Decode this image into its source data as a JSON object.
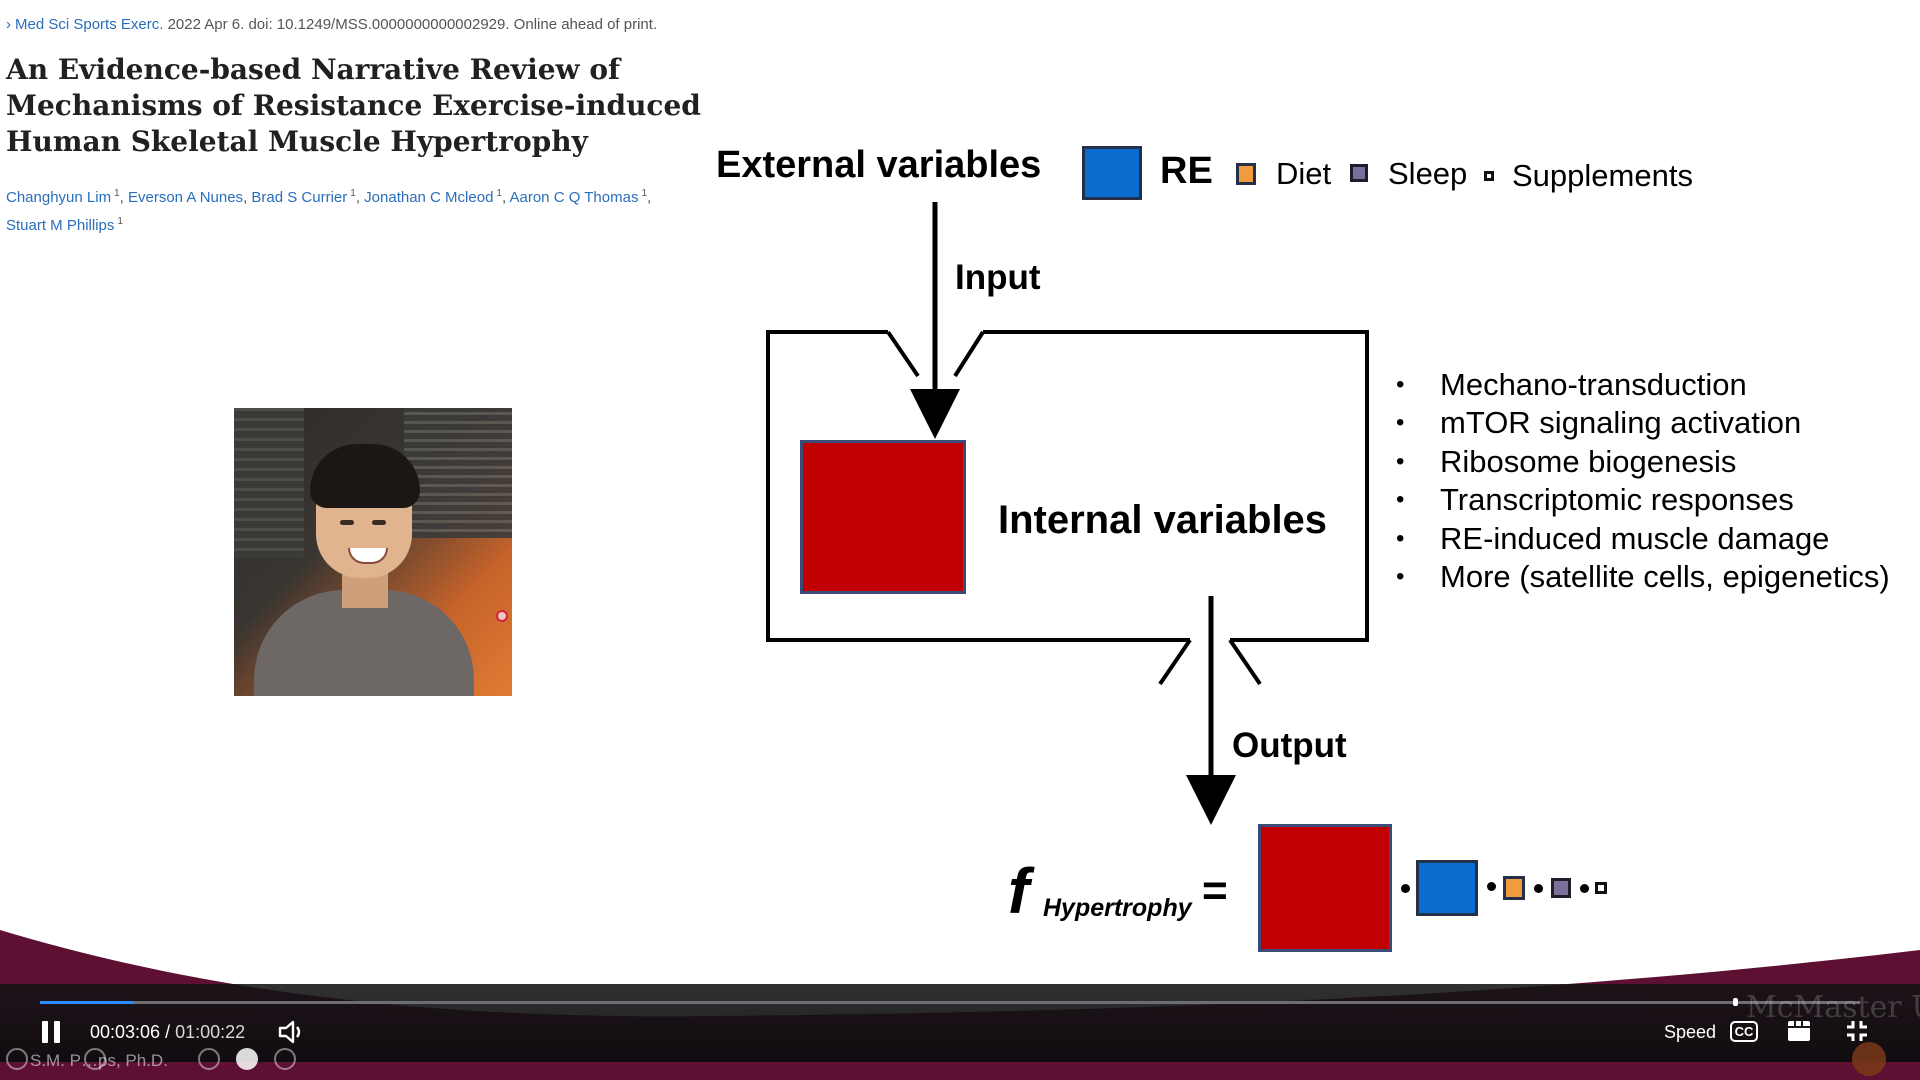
{
  "citation": {
    "journal": "Med Sci Sports Exerc.",
    "details": "2022 Apr 6. doi: 10.1249/MSS.0000000000002929. Online ahead of print."
  },
  "paper": {
    "title": "An Evidence-based Narrative Review of Mechanisms of Resistance Exercise-induced Human Skeletal Muscle Hypertrophy",
    "authors": [
      {
        "name": "Changhyun Lim",
        "sup": "1"
      },
      {
        "name": "Everson A Nunes",
        "sup": ""
      },
      {
        "name": "Brad S Currier",
        "sup": "1"
      },
      {
        "name": "Jonathan C Mcleod",
        "sup": "1"
      },
      {
        "name": "Aaron C Q Thomas",
        "sup": "1"
      },
      {
        "name": "Stuart M Phillips",
        "sup": "1"
      }
    ]
  },
  "diagram": {
    "external_title": "External variables",
    "legend": {
      "re": "RE",
      "diet": "Diet",
      "sleep": "Sleep",
      "supplements": "Supplements"
    },
    "input_label": "Input",
    "internal_label": "Internal variables",
    "output_label": "Output",
    "mechanisms": [
      "Mechano-transduction",
      "mTOR signaling activation",
      "Ribosome biogenesis",
      "Transcriptomic responses",
      "RE-induced muscle damage",
      "More (satellite cells, epigenetics)"
    ],
    "formula": {
      "f": "f",
      "subscript": "Hypertrophy",
      "equals": "="
    },
    "colors": {
      "re": "#0a6ccf",
      "internal": "#c00000",
      "diet": "#f19a3e",
      "sleep": "#7a6f9a"
    }
  },
  "player": {
    "current_time": "00:03:06",
    "separator": "/",
    "duration": "01:00:22",
    "progress": 0.0514,
    "buffered": 0.93,
    "speed_label": "Speed",
    "cc_label": "CC",
    "icons": {
      "play_pause": "pause-icon",
      "volume": "volume-icon",
      "captions": "cc-icon",
      "layout": "layout-icon",
      "fullscreen": "exit-fullscreen-icon"
    },
    "accent": "#2a8cff",
    "watermark": "McMaster\nUniversity"
  },
  "presenter_strip": {
    "name": "S.M. P…ps, Ph.D."
  }
}
